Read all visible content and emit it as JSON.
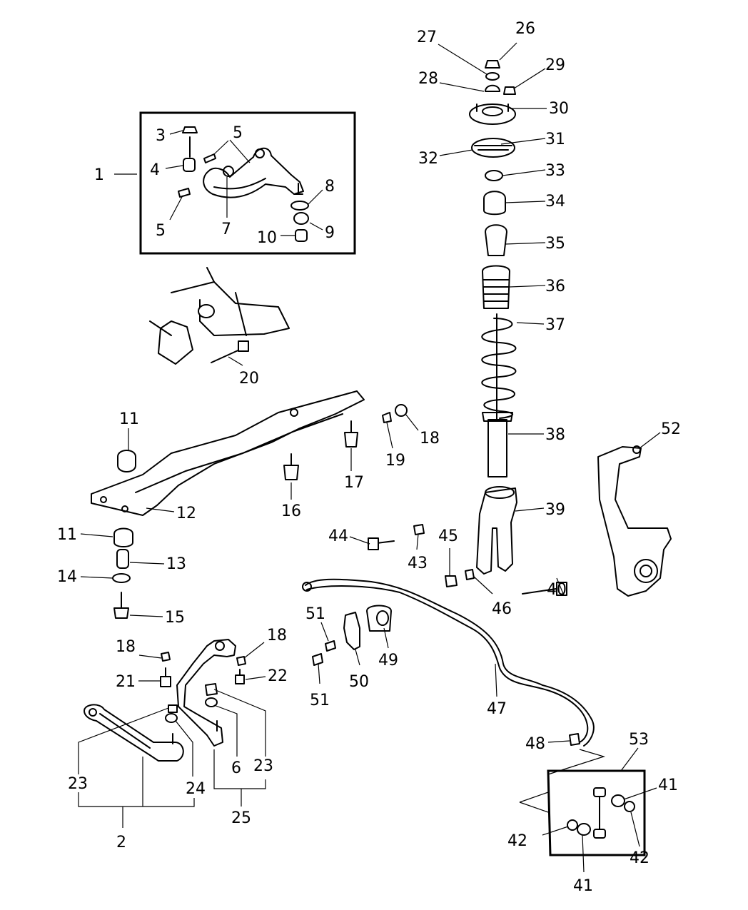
{
  "callouts": [
    {
      "id": "c1",
      "text": "1"
    },
    {
      "id": "c2",
      "text": "2"
    },
    {
      "id": "c3",
      "text": "3"
    },
    {
      "id": "c4",
      "text": "4"
    },
    {
      "id": "c5a",
      "text": "5"
    },
    {
      "id": "c5b",
      "text": "5"
    },
    {
      "id": "c6",
      "text": "6"
    },
    {
      "id": "c7",
      "text": "7"
    },
    {
      "id": "c8",
      "text": "8"
    },
    {
      "id": "c9",
      "text": "9"
    },
    {
      "id": "c10",
      "text": "10"
    },
    {
      "id": "c11a",
      "text": "11"
    },
    {
      "id": "c11b",
      "text": "11"
    },
    {
      "id": "c12",
      "text": "12"
    },
    {
      "id": "c13",
      "text": "13"
    },
    {
      "id": "c14",
      "text": "14"
    },
    {
      "id": "c15",
      "text": "15"
    },
    {
      "id": "c16",
      "text": "16"
    },
    {
      "id": "c17",
      "text": "17"
    },
    {
      "id": "c18a",
      "text": "18"
    },
    {
      "id": "c18b",
      "text": "18"
    },
    {
      "id": "c18c",
      "text": "18"
    },
    {
      "id": "c19",
      "text": "19"
    },
    {
      "id": "c20",
      "text": "20"
    },
    {
      "id": "c21",
      "text": "21"
    },
    {
      "id": "c22",
      "text": "22"
    },
    {
      "id": "c23a",
      "text": "23"
    },
    {
      "id": "c23b",
      "text": "23"
    },
    {
      "id": "c24",
      "text": "24"
    },
    {
      "id": "c25",
      "text": "25"
    },
    {
      "id": "c26",
      "text": "26"
    },
    {
      "id": "c27",
      "text": "27"
    },
    {
      "id": "c28",
      "text": "28"
    },
    {
      "id": "c29",
      "text": "29"
    },
    {
      "id": "c30",
      "text": "30"
    },
    {
      "id": "c31",
      "text": "31"
    },
    {
      "id": "c32",
      "text": "32"
    },
    {
      "id": "c33",
      "text": "33"
    },
    {
      "id": "c34",
      "text": "34"
    },
    {
      "id": "c35",
      "text": "35"
    },
    {
      "id": "c36",
      "text": "36"
    },
    {
      "id": "c37",
      "text": "37"
    },
    {
      "id": "c38",
      "text": "38"
    },
    {
      "id": "c39",
      "text": "39"
    },
    {
      "id": "c40",
      "text": "40"
    },
    {
      "id": "c41a",
      "text": "41"
    },
    {
      "id": "c41b",
      "text": "41"
    },
    {
      "id": "c42a",
      "text": "42"
    },
    {
      "id": "c42b",
      "text": "42"
    },
    {
      "id": "c43",
      "text": "43"
    },
    {
      "id": "c44",
      "text": "44"
    },
    {
      "id": "c45",
      "text": "45"
    },
    {
      "id": "c46",
      "text": "46"
    },
    {
      "id": "c47",
      "text": "47"
    },
    {
      "id": "c48",
      "text": "48"
    },
    {
      "id": "c49",
      "text": "49"
    },
    {
      "id": "c50",
      "text": "50"
    },
    {
      "id": "c51a",
      "text": "51"
    },
    {
      "id": "c51b",
      "text": "51"
    },
    {
      "id": "c52",
      "text": "52"
    },
    {
      "id": "c53",
      "text": "53"
    }
  ]
}
